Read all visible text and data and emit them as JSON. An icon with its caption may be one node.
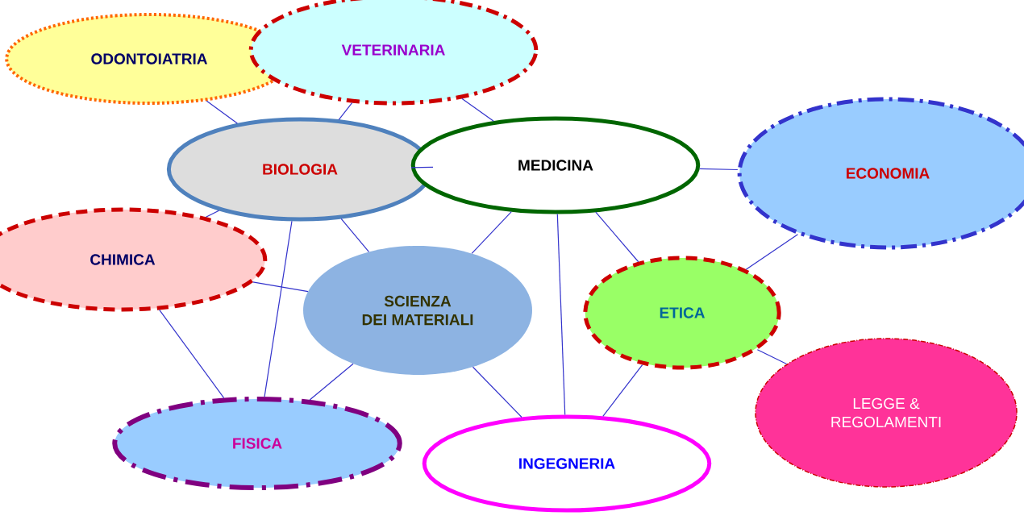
{
  "diagram": {
    "nodes": [
      {
        "text": [
          "ODONTOIATRIA"
        ]
      },
      {
        "text": [
          "VETERINARIA"
        ]
      },
      {
        "text": [
          "BIOLOGIA"
        ]
      },
      {
        "text": [
          "MEDICINA"
        ]
      },
      {
        "text": [
          "ECONOMIA"
        ]
      },
      {
        "text": [
          "CHIMICA"
        ]
      },
      {
        "text": [
          "SCIENZA DEI MATERIALI"
        ]
      },
      {
        "text": [
          "ETICA"
        ]
      },
      {
        "text": [
          "FISICA"
        ]
      },
      {
        "text": [
          "INGEGNERIA"
        ]
      },
      {
        "text": [
          "LEGGE & REGOLAMENTI"
        ]
      }
    ],
    "edges": [
      {
        "from": 0,
        "to": 2,
        "arrow": "none"
      },
      {
        "from": 1,
        "to": 2,
        "arrow": "none"
      },
      {
        "from": 1,
        "to": 3,
        "arrow": "none"
      },
      {
        "from": 2,
        "to": 3,
        "arrow": "none"
      },
      {
        "from": 3,
        "to": 4,
        "arrow": "none"
      },
      {
        "from": 2,
        "to": 5,
        "arrow": "none"
      },
      {
        "from": 2,
        "to": 6,
        "arrow": "none"
      },
      {
        "from": 2,
        "to": 8,
        "arrow": "none"
      },
      {
        "from": 3,
        "to": 6,
        "arrow": "none"
      },
      {
        "from": 3,
        "to": 9,
        "arrow": "none"
      },
      {
        "from": 3,
        "to": 7,
        "arrow": "none"
      },
      {
        "from": 4,
        "to": 7,
        "arrow": "none"
      },
      {
        "from": 5,
        "to": 6,
        "arrow": "none"
      },
      {
        "from": 5,
        "to": 8,
        "arrow": "none"
      },
      {
        "from": 6,
        "to": 8,
        "arrow": "none"
      },
      {
        "from": 6,
        "to": 9,
        "arrow": "none"
      },
      {
        "from": 7,
        "to": 9,
        "arrow": "none"
      },
      {
        "from": 7,
        "to": 10,
        "arrow": "none"
      }
    ]
  }
}
